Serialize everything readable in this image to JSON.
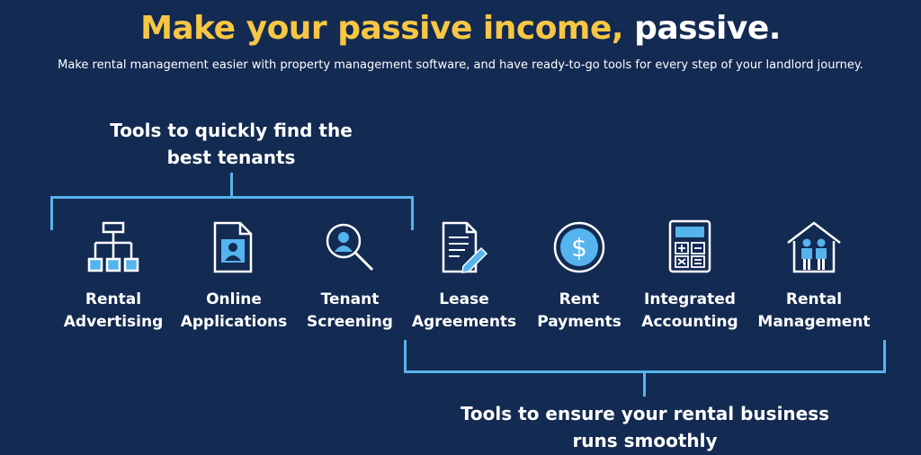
{
  "headline": {
    "highlight": "Make your passive income,",
    "rest": "passive."
  },
  "subheadline": "Make rental management easier with property management software, and have ready-to-go tools for every step of your landlord journey.",
  "groups": {
    "tenants": {
      "line1": "Tools to quickly find the",
      "line2": "best tenants"
    },
    "business": {
      "line1": "Tools to ensure your rental business",
      "line2": "runs smoothly"
    }
  },
  "tools": [
    {
      "line1": "Rental",
      "line2": "Advertising",
      "icon": "sitemap-icon"
    },
    {
      "line1": "Online",
      "line2": "Applications",
      "icon": "application-folder-icon"
    },
    {
      "line1": "Tenant",
      "line2": "Screening",
      "icon": "screening-magnifier-icon"
    },
    {
      "line1": "Lease",
      "line2": "Agreements",
      "icon": "lease-document-icon"
    },
    {
      "line1": "Rent",
      "line2": "Payments",
      "icon": "dollar-coin-icon"
    },
    {
      "line1": "Integrated",
      "line2": "Accounting",
      "icon": "calculator-icon"
    },
    {
      "line1": "Rental",
      "line2": "Management",
      "icon": "house-people-icon"
    }
  ],
  "colors": {
    "background": "#132a52",
    "headline_accent": "#f7c744",
    "bracket": "#55b4ee",
    "icon_fill": "#55b4ee",
    "icon_stroke": "#ffffff"
  }
}
